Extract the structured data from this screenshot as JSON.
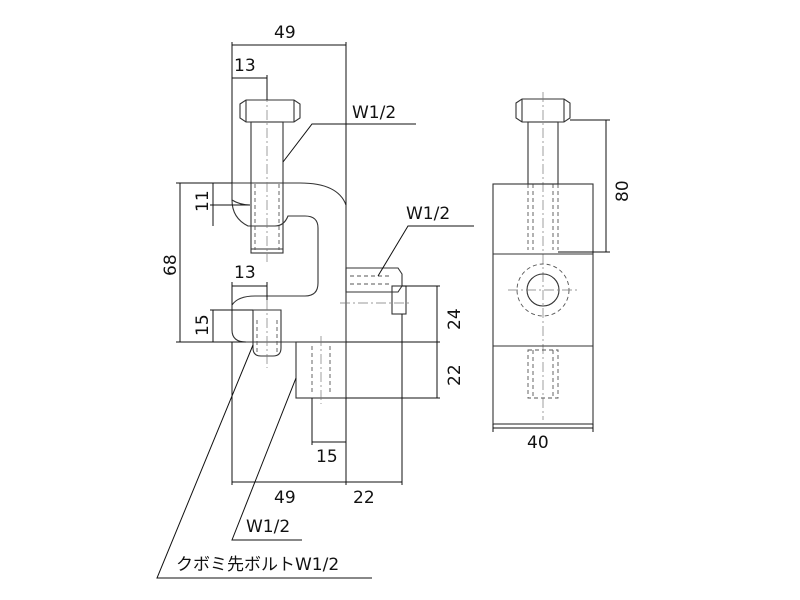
{
  "side_view": {
    "dim_top_width": "49",
    "dim_bolt_head": "13",
    "dim_lower_bolt": "13",
    "dim_height": "68",
    "dim_upper_jaw": "11",
    "dim_lower_jaw": "15",
    "dim_right_upper": "24",
    "dim_right_lower": "22",
    "dim_bottom_small": "15",
    "dim_bottom_width": "49",
    "dim_bottom_right": "22",
    "callout_thread_top": "W1/2",
    "callout_thread_side": "W1/2",
    "callout_thread_bottom": "W1/2",
    "callout_bolt": "クボミ先ボルトW1/2"
  },
  "front_view": {
    "dim_bolt_height": "80",
    "dim_width": "40"
  }
}
